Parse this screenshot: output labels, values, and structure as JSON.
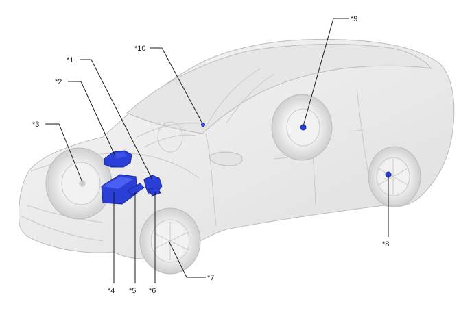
{
  "callouts": [
    {
      "id": "c1",
      "label": "*1"
    },
    {
      "id": "c2",
      "label": "*2"
    },
    {
      "id": "c3",
      "label": "*3"
    },
    {
      "id": "c4",
      "label": "*4"
    },
    {
      "id": "c5",
      "label": "*5"
    },
    {
      "id": "c6",
      "label": "*6"
    },
    {
      "id": "c7",
      "label": "*7"
    },
    {
      "id": "c8",
      "label": "*8"
    },
    {
      "id": "c9",
      "label": "*9"
    },
    {
      "id": "c10",
      "label": "*10"
    }
  ],
  "colors": {
    "component": "#2a3fd6",
    "component_dark": "#1a2699",
    "body": "#ececec",
    "glass": "#e2e2e2",
    "tire": "#d9d9d9",
    "leader": "#1a1a1a"
  }
}
